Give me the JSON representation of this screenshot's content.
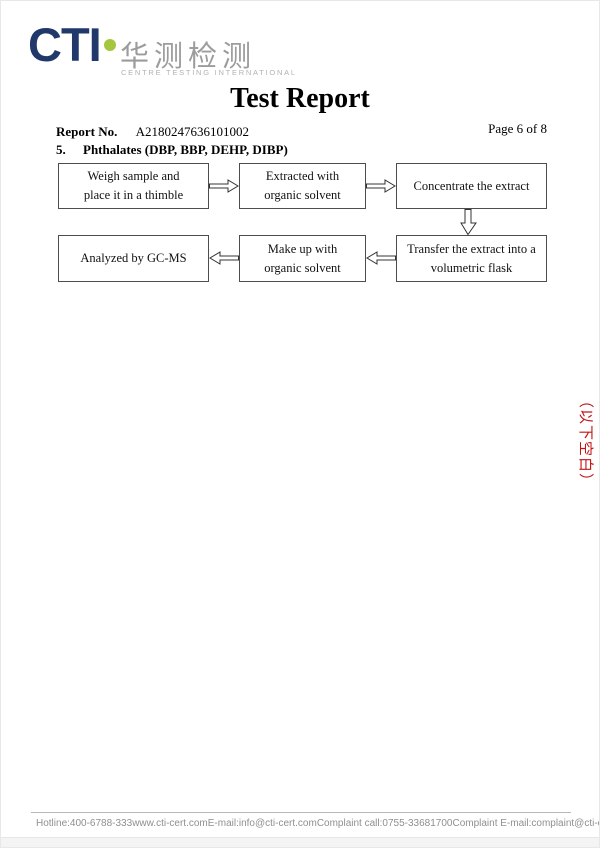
{
  "logo": {
    "acronym": "CTI",
    "chinese_name": "华测检测",
    "subtitle": "CENTRE TESTING INTERNATIONAL",
    "colors": {
      "acronym_navy": "#20386a",
      "dot_green": "#a4c73e",
      "gray": "#9c9c9c"
    }
  },
  "header": {
    "title": "Test Report",
    "report_no_label": "Report No.",
    "report_no_value": "A2180247636101002",
    "page_indicator": "Page 6 of 8",
    "section_number": "5.",
    "section_title": "Phthalates (DBP, BBP, DEHP, DIBP)"
  },
  "flowchart": {
    "steps": [
      {
        "id": 1,
        "lines": [
          "Weigh sample and",
          "place it in a thimble"
        ]
      },
      {
        "id": 2,
        "lines": [
          "Extracted with",
          "organic solvent"
        ]
      },
      {
        "id": 3,
        "lines": [
          "Concentrate the extract"
        ]
      },
      {
        "id": 4,
        "lines": [
          "Transfer the extract into a",
          "volumetric flask"
        ]
      },
      {
        "id": 5,
        "lines": [
          "Make up with",
          "organic solvent"
        ]
      },
      {
        "id": 6,
        "lines": [
          "Analyzed by GC-MS"
        ]
      }
    ],
    "flow_order": "1 → 2 → 3 ↓ 4 → 5 → 6"
  },
  "side_stamp": {
    "text": "（以下空白）",
    "color": "#c41414"
  },
  "footer": {
    "items": [
      "Hotline:400-6788-333",
      "www.cti-cert.com",
      "E-mail:info@cti-cert.com",
      "Complaint call:0755-33681700",
      "Complaint E-mail:complaint@cti-cert.com"
    ]
  }
}
